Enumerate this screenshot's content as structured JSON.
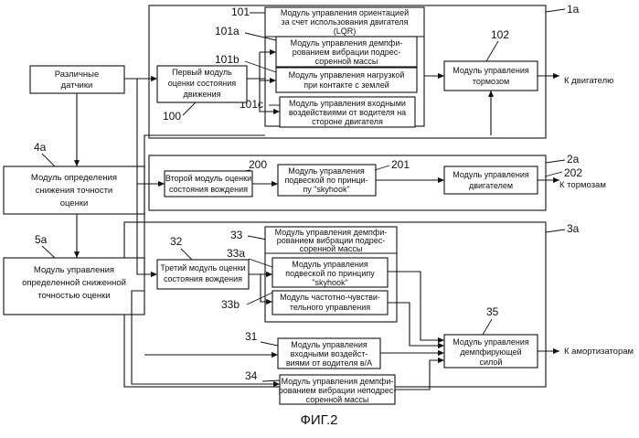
{
  "figure_caption": "ФИГ.2",
  "groups": {
    "g1a": {
      "ref": "1a"
    },
    "g2a": {
      "ref": "2a"
    },
    "g3a": {
      "ref": "3a"
    }
  },
  "outer": {
    "sensors": {
      "lines": [
        "Различные",
        "датчики"
      ]
    },
    "detect": {
      "ref": "4a",
      "lines": [
        "Модуль определения",
        "снижения точности",
        "оценки"
      ]
    },
    "reduced": {
      "ref": "5a",
      "lines": [
        "Модуль управления",
        "определенной сниженной",
        "точностью оценки"
      ]
    }
  },
  "g1": {
    "title_ref": "101",
    "title_lines": [
      "Модуль управления ориентацией",
      "за счет использования двигателя",
      "(LQR)"
    ],
    "b101a": {
      "ref": "101a",
      "lines": [
        "Модуль управления демпфи-",
        "рованием вибрации подрес-",
        "соренной массы"
      ]
    },
    "b101b": {
      "ref": "101b",
      "lines": [
        "Модуль управления нагрузкой",
        "при контакте с землей"
      ]
    },
    "b101c": {
      "ref": "101c",
      "lines": [
        "Модуль управления входными",
        "воздействиями от водителя на",
        "стороне двигателя"
      ]
    },
    "est1": {
      "ref": "100",
      "lines": [
        "Первый модуль",
        "оценки состояния",
        "движения"
      ]
    },
    "brake": {
      "ref": "102",
      "lines": [
        "Модуль управления",
        "тормозом"
      ]
    },
    "out": "К двигателю"
  },
  "g2": {
    "est2": {
      "ref": "200",
      "lines": [
        "Второй модуль оценки",
        "состояния вождения"
      ]
    },
    "sky": {
      "ref": "201",
      "lines": [
        "Модуль управления",
        "подвеской по принци-",
        "пу \"skyhook\""
      ]
    },
    "eng": {
      "ref": "202",
      "lines": [
        "Модуль управления",
        "двигателем"
      ]
    },
    "out": "К тормозам"
  },
  "g3": {
    "title_ref": "33",
    "title_lines": [
      "Модуль управления демпфи-",
      "рованием вибрации подрес-",
      "соренной массы"
    ],
    "b33a": {
      "ref": "33a",
      "lines": [
        "Модуль управления",
        "подвеской по принципу",
        "\"skyhook\""
      ]
    },
    "b33b": {
      "ref": "33b",
      "lines": [
        "Модуль частотно-чувстви-",
        "тельного управления"
      ]
    },
    "est3": {
      "ref": "32",
      "lines": [
        "Третий модуль оценки",
        "состояния вождения"
      ]
    },
    "b31": {
      "ref": "31",
      "lines": [
        "Модуль управления",
        "входными воздейст-",
        "виями от водителя в/А"
      ]
    },
    "b34": {
      "ref": "34",
      "lines": [
        "Модуль управления демпфи-",
        "рованием вибрации неподрес-",
        "соренной массы"
      ]
    },
    "b35": {
      "ref": "35",
      "lines": [
        "Модуль управления",
        "демпфирующей",
        "силой"
      ]
    },
    "out": "К амортизаторам"
  }
}
